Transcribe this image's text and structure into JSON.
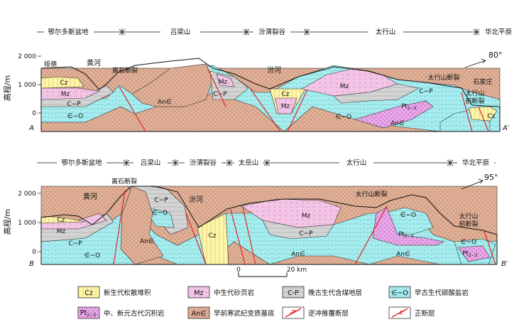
{
  "colors": {
    "cz": "#fdf6a9",
    "mz": "#f4c4e6",
    "cp": "#d4d4d4",
    "eo": "#a9eef0",
    "pt": "#e9a7e9",
    "an": "#e2b299",
    "red": "#e0242a",
    "ink": "#111111"
  },
  "section_a": {
    "regions": [
      "鄂尔多斯盆地",
      "吕梁山",
      "汾渭裂谷",
      "太行山",
      "华北平原"
    ],
    "angle": "80°",
    "start": "A",
    "end": "A′",
    "axis_title": "高程/m",
    "ticks": [
      "2 000",
      "1 000",
      "0"
    ],
    "places": [
      "绥德",
      "黄河",
      "离石断裂",
      "汾河",
      "太行山断裂",
      "石家庄",
      "太行山",
      "前断裂"
    ],
    "units": [
      "Cz",
      "Mz",
      "C−P",
      "∈−O",
      "An∈",
      "Mz",
      "C−P",
      "Cz",
      "Mz",
      "Mz",
      "∈−O",
      "Pt",
      "2−3",
      "An∈",
      "Cz",
      "C−P"
    ]
  },
  "section_b": {
    "regions": [
      "鄂尔多斯盆地",
      "吕梁山",
      "汾渭裂谷",
      "太岳山",
      "太行山",
      "华北平原"
    ],
    "angle": "95°",
    "start": "B",
    "end": "B′",
    "axis_title": "高程/m",
    "ticks": [
      "2 000",
      "1 000",
      "0"
    ],
    "places": [
      "黄河",
      "离石断裂",
      "汾河",
      "太行山断裂",
      "太行山",
      "前断裂"
    ],
    "units": [
      "Cz",
      "Mz",
      "C−P",
      "∈−O",
      "C−P",
      "∈−O",
      "An∈",
      "Cz",
      "Mz",
      "C−P",
      "An∈",
      "∈−O",
      "Pt",
      "2−3",
      "An∈",
      "∈−O",
      "Pt",
      "2−3"
    ]
  },
  "scale_bar": {
    "start": "0",
    "end": "20 km"
  },
  "legend": [
    {
      "symbol": "Cz",
      "text": "新生代松散堆积",
      "color": "cz"
    },
    {
      "symbol": "Mz",
      "text": "中生代砂页岩",
      "color": "mz"
    },
    {
      "symbol": "C-P",
      "text": "晚古生代含煤地层",
      "color": "cp"
    },
    {
      "symbol": "∈−O",
      "text": "早古生代碳酸盐岩",
      "color": "eo"
    },
    {
      "symbol": "Pt",
      "sub": "2−3",
      "text": "中、新元古代沉积岩",
      "color": "pt"
    },
    {
      "symbol": "An∈",
      "text": "早前寒武纪变质基底",
      "color": "an"
    },
    {
      "symbol": "",
      "text": "逆冲推覆断层",
      "color": "white"
    },
    {
      "symbol": "",
      "text": "正断层",
      "color": "white"
    }
  ]
}
